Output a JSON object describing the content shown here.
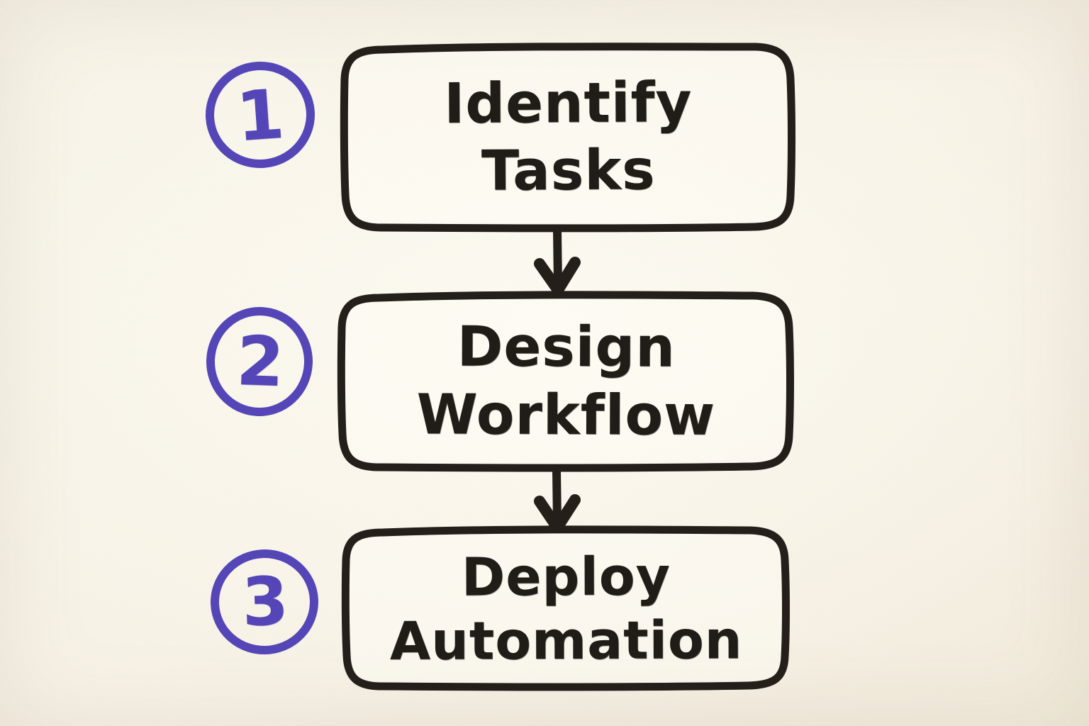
{
  "canvas": {
    "kind": "hand-drawn flowchart on cream paper",
    "paper_color": "#f8f3e7",
    "ink_color": "#241f1a",
    "accent_color": "#5546b8"
  },
  "diagram": {
    "type": "flowchart",
    "direction": "top-down",
    "steps": [
      {
        "number": "1",
        "label": "Identify Tasks",
        "line1": "Identify",
        "line2": "Tasks"
      },
      {
        "number": "2",
        "label": "Design Workflow",
        "line1": "Design",
        "line2": "Workflow"
      },
      {
        "number": "3",
        "label": "Deploy Automation",
        "line1": "Deploy",
        "line2": "Automation"
      }
    ],
    "connectors": [
      {
        "from": "Identify Tasks",
        "to": "Design Workflow",
        "style": "arrow-down"
      },
      {
        "from": "Design Workflow",
        "to": "Deploy Automation",
        "style": "arrow-down"
      }
    ]
  }
}
